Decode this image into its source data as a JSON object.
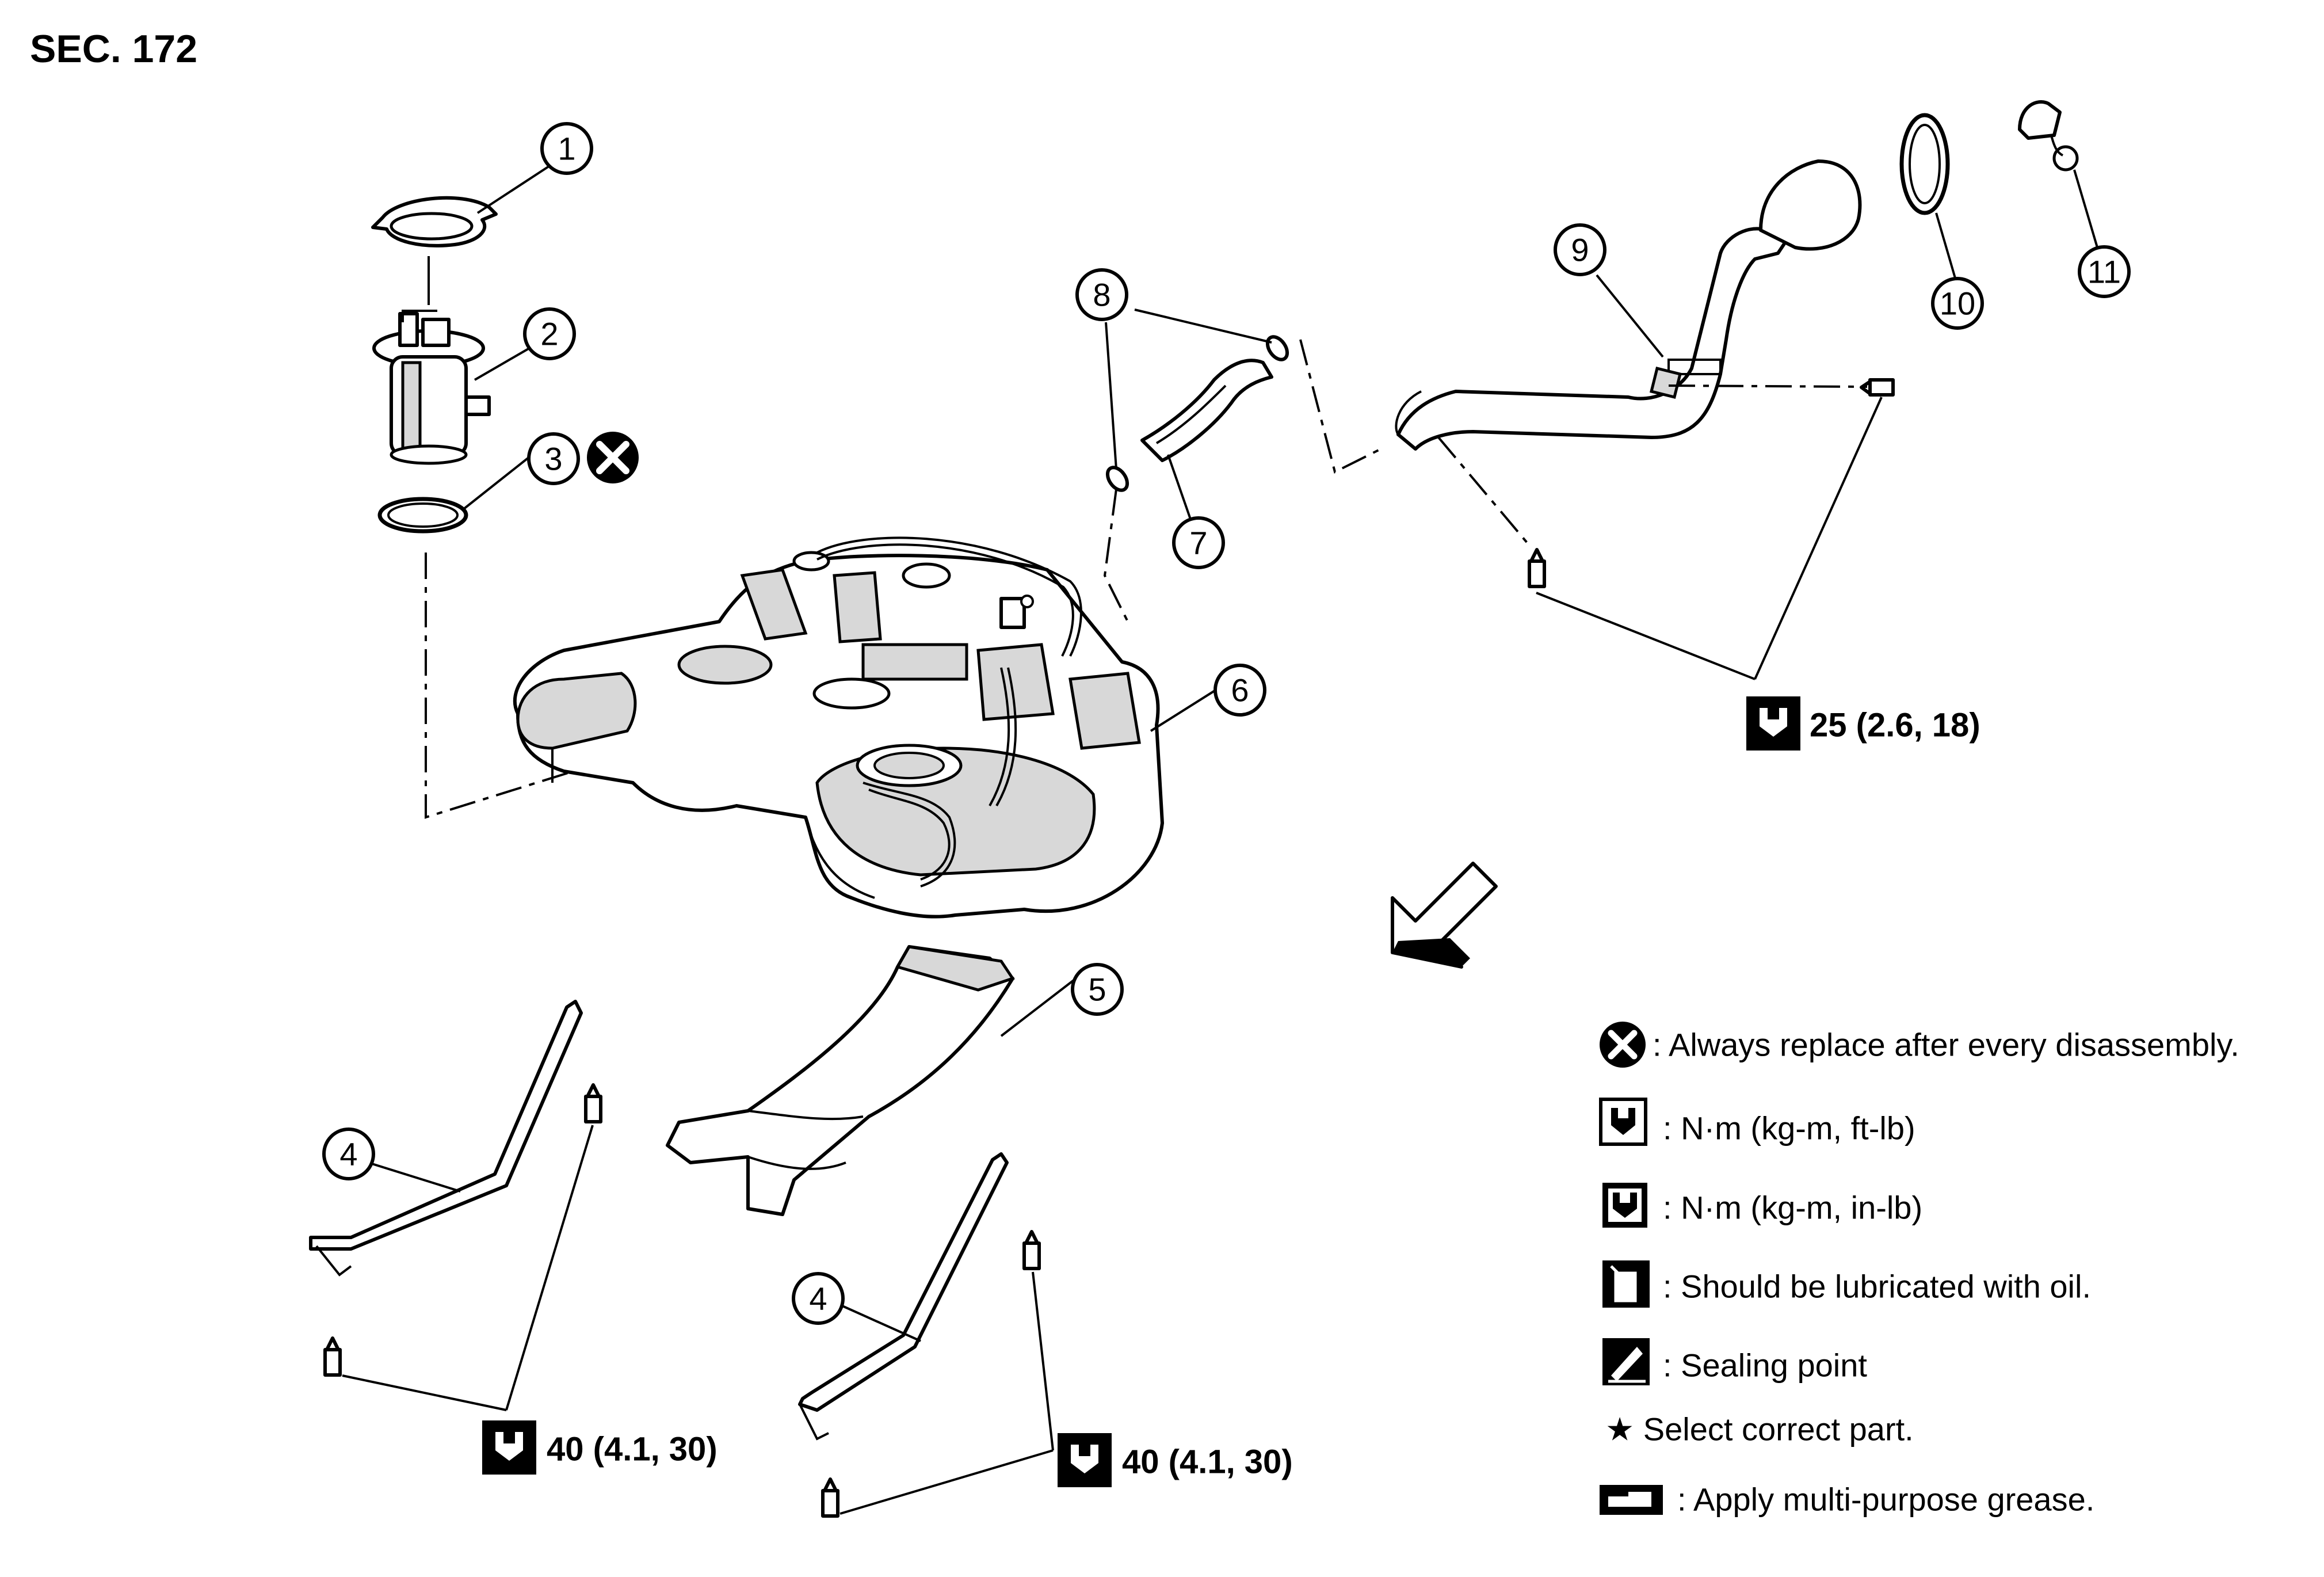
{
  "section_title": "SEC. 172",
  "callouts": [
    "1",
    "2",
    "3",
    "4",
    "5",
    "6",
    "7",
    "8",
    "9",
    "10",
    "11",
    "4"
  ],
  "torque_specs": {
    "filler_tube_bolts": "25 (2.6, 18)",
    "strap_left": "40 (4.1, 30)",
    "strap_right": "40 (4.1, 30)"
  },
  "legend": {
    "replace": ": Always replace after every disassembly.",
    "torque_ftlb": ": N·m (kg-m, ft-lb)",
    "torque_inlb": ": N·m (kg-m, in-lb)",
    "lubricate": ": Should be lubricated with oil.",
    "sealing": ": Sealing point",
    "select_part": "★ Select correct part.",
    "grease": ": Apply multi-purpose grease."
  }
}
